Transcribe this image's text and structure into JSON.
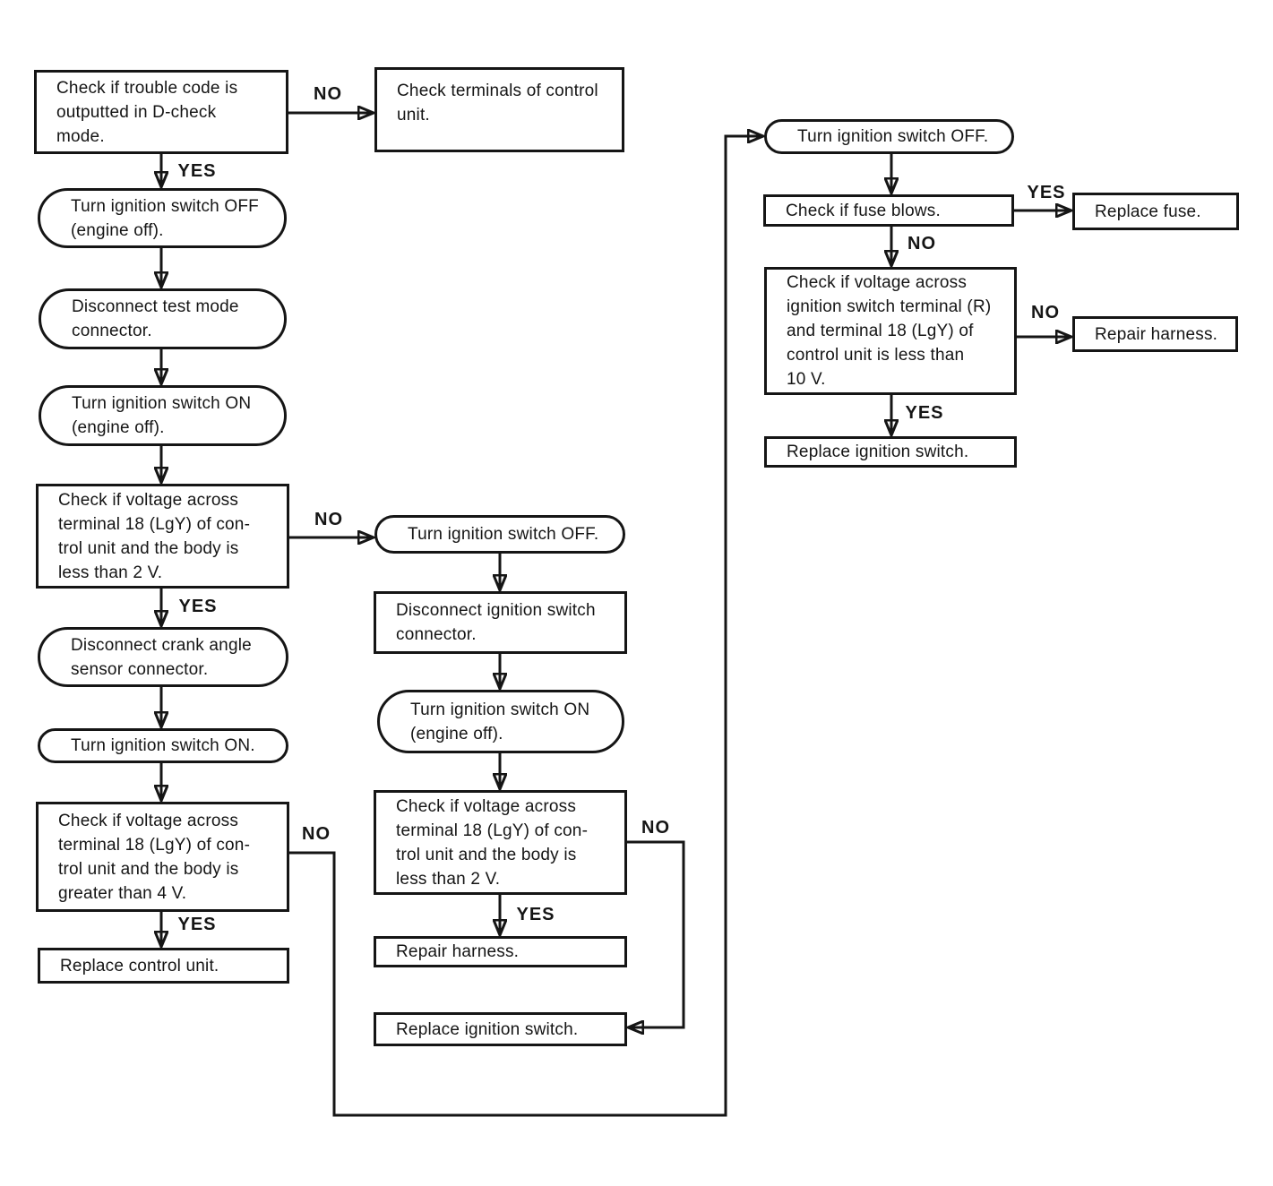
{
  "diagram": {
    "colors": {
      "ink": "#151515",
      "paper": "#ffffff"
    },
    "nodes": [
      {
        "text": "Check if trouble code is\noutputted in D-check\nmode."
      },
      {
        "text": "Turn ignition switch OFF\n(engine off)."
      },
      {
        "text": "Disconnect test mode\nconnector."
      },
      {
        "text": "Turn ignition switch ON\n(engine off)."
      },
      {
        "text": "Check if voltage across\nterminal 18 (LgY) of con-\ntrol unit and the body is\nless than 2 V."
      },
      {
        "text": "Disconnect crank angle\nsensor connector."
      },
      {
        "text": "Turn ignition switch ON."
      },
      {
        "text": "Check if voltage across\nterminal 18 (LgY) of con-\ntrol unit and the body is\ngreater than 4 V."
      },
      {
        "text": "Replace control unit."
      },
      {
        "text": "Check terminals of control\nunit."
      },
      {
        "text": "Turn ignition switch OFF."
      },
      {
        "text": "Disconnect ignition switch\nconnector."
      },
      {
        "text": "Turn ignition switch ON\n(engine off)."
      },
      {
        "text": "Check if voltage across\nterminal 18 (LgY) of con-\ntrol unit and the body is\nless than 2 V."
      },
      {
        "text": "Repair harness."
      },
      {
        "text": "Replace ignition switch."
      },
      {
        "text": "Turn ignition switch OFF."
      },
      {
        "text": "Check if fuse blows."
      },
      {
        "text": "Replace fuse."
      },
      {
        "text": "Check if voltage across\nignition switch terminal (R)\nand terminal 18 (LgY) of\ncontrol unit is less than\n10 V."
      },
      {
        "text": "Repair harness."
      },
      {
        "text": "Replace ignition switch."
      }
    ],
    "labels": [
      {
        "text": "NO"
      },
      {
        "text": "YES"
      },
      {
        "text": "NO"
      },
      {
        "text": "YES"
      },
      {
        "text": "NO"
      },
      {
        "text": "YES"
      },
      {
        "text": "NO"
      },
      {
        "text": "YES"
      },
      {
        "text": "YES"
      },
      {
        "text": "NO"
      },
      {
        "text": "NO"
      },
      {
        "text": "YES"
      }
    ]
  }
}
